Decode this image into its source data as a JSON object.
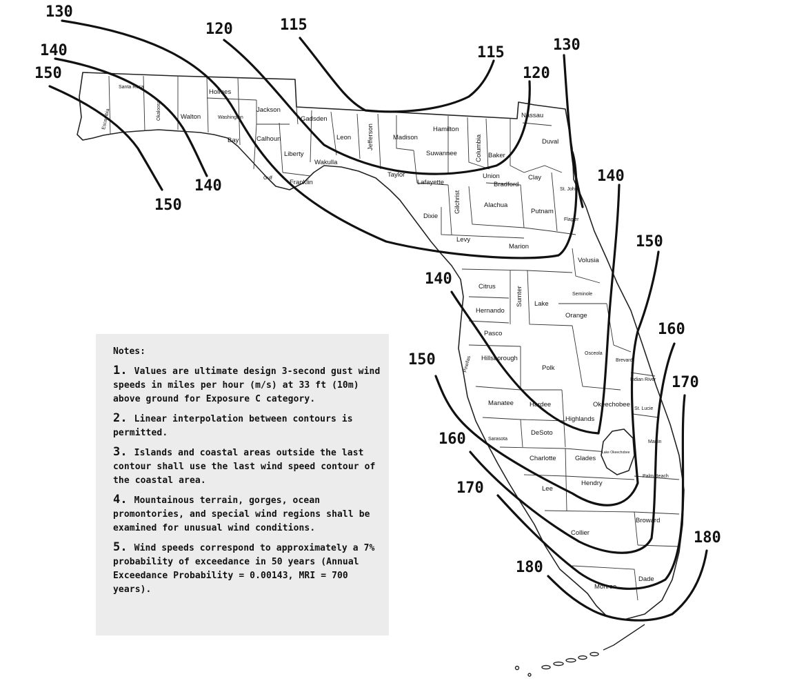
{
  "contour_labels": [
    {
      "id": "l130a",
      "text": "130"
    },
    {
      "id": "l140a",
      "text": "140"
    },
    {
      "id": "l150a",
      "text": "150"
    },
    {
      "id": "l120a",
      "text": "120"
    },
    {
      "id": "l115a",
      "text": "115"
    },
    {
      "id": "l115b",
      "text": "115"
    },
    {
      "id": "l130b",
      "text": "130"
    },
    {
      "id": "l120b",
      "text": "120"
    },
    {
      "id": "l140b",
      "text": "140"
    },
    {
      "id": "l150b",
      "text": "150"
    },
    {
      "id": "l140c",
      "text": "140"
    },
    {
      "id": "l150c",
      "text": "150"
    },
    {
      "id": "l140d",
      "text": "140"
    },
    {
      "id": "l160a",
      "text": "160"
    },
    {
      "id": "l150d",
      "text": "150"
    },
    {
      "id": "l170a",
      "text": "170"
    },
    {
      "id": "l160b",
      "text": "160"
    },
    {
      "id": "l170b",
      "text": "170"
    },
    {
      "id": "l180a",
      "text": "180"
    },
    {
      "id": "l180b",
      "text": "180"
    }
  ],
  "counties": {
    "escambia": "Escambia",
    "santa_rosa": "Santa Rosa",
    "okaloosa": "Okaloosa",
    "walton": "Walton",
    "holmes": "Holmes",
    "washington": "Washington",
    "jackson": "Jackson",
    "bay": "Bay",
    "calhoun": "Calhoun",
    "gulf": "Gulf",
    "liberty": "Liberty",
    "franklin": "Franklin",
    "gadsden": "Gadsden",
    "leon": "Leon",
    "wakulla": "Wakulla",
    "jefferson": "Jefferson",
    "madison": "Madison",
    "taylor": "Taylor",
    "hamilton": "Hamilton",
    "suwannee": "Suwannee",
    "lafayette": "Lafayette",
    "columbia": "Columbia",
    "baker": "Baker",
    "nassau": "Nassau",
    "duval": "Duval",
    "union": "Union",
    "bradford": "Bradford",
    "clay": "Clay",
    "st_johns": "St. Johns",
    "dixie": "Dixie",
    "gilchrist": "Gilchrist",
    "alachua": "Alachua",
    "putnam": "Putnam",
    "flagler": "Flagler",
    "levy": "Levy",
    "marion": "Marion",
    "volusia": "Volusia",
    "citrus": "Citrus",
    "sumter": "Sumter",
    "lake": "Lake",
    "seminole": "Seminole",
    "hernando": "Hernando",
    "orange": "Orange",
    "pasco": "Pasco",
    "hillsborough": "Hillsborough",
    "pinellas": "Pinellas",
    "polk": "Polk",
    "osceola": "Osceola",
    "brevard": "Brevard",
    "indian_river": "Indian River",
    "manatee": "Manatee",
    "hardee": "Hardee",
    "okeechobee": "Okeechobee",
    "st_lucie": "St. Lucie",
    "sarasota": "Sarasota",
    "desoto": "DeSoto",
    "highlands": "Highlands",
    "martin": "Martin",
    "charlotte": "Charlotte",
    "glades": "Glades",
    "lake_okeechobee": "Lake Okeechobee",
    "palm_beach": "Palm Beach",
    "lee": "Lee",
    "hendry": "Hendry",
    "broward": "Broward",
    "collier": "Collier",
    "dade": "Dade",
    "monroe": "Monroe"
  },
  "notes": {
    "title": "Notes:",
    "items": [
      {
        "num": "1.",
        "text": "Values are ultimate design 3-second gust wind speeds in miles per hour (m/s) at 33 ft (10m) above ground for Exposure C category."
      },
      {
        "num": "2.",
        "text": "Linear interpolation between contours is permitted."
      },
      {
        "num": "3.",
        "text": "Islands and coastal areas outside the last contour shall use the last wind speed contour of the coastal area."
      },
      {
        "num": "4.",
        "text": "Mountainous terrain, gorges, ocean promontories, and special wind regions shall be examined for unusual wind conditions."
      },
      {
        "num": "5.",
        "text": "Wind speeds correspond to approximately a 7% probability of exceedance in 50 years (Annual Exceedance Probability = 0.00143, MRI = 700 years)."
      }
    ]
  }
}
